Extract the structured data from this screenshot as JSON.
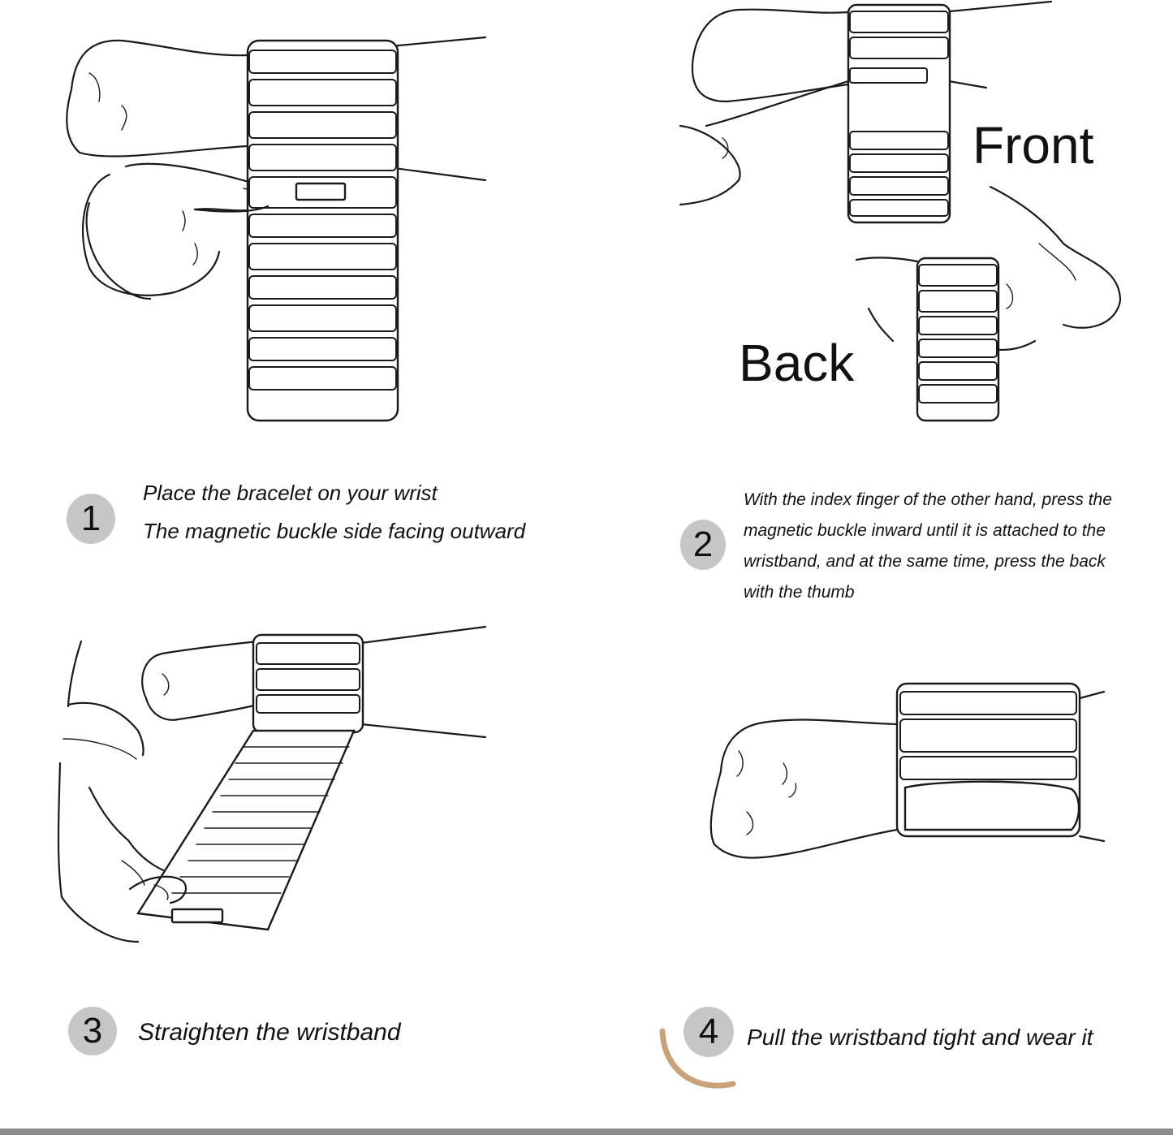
{
  "steps": [
    {
      "number": "1",
      "lines": [
        "Place the bracelet on your wrist",
        "The magnetic buckle side facing outward"
      ]
    },
    {
      "number": "2",
      "lines": [
        "With the index finger of the other hand, press the",
        "magnetic buckle inward until it is attached to the",
        "wristband, and at the same time, press the back",
        "with the thumb"
      ]
    },
    {
      "number": "3",
      "lines": [
        "Straighten the wristband"
      ]
    },
    {
      "number": "4",
      "lines": [
        "Pull the wristband tight and wear it"
      ]
    }
  ],
  "labels": {
    "front": "Front",
    "back": "Back"
  },
  "colors": {
    "circle": "#c6c6c6",
    "line": "#1a1a1a",
    "arc": "#c8a27a",
    "rule": "#8c8c8c"
  }
}
